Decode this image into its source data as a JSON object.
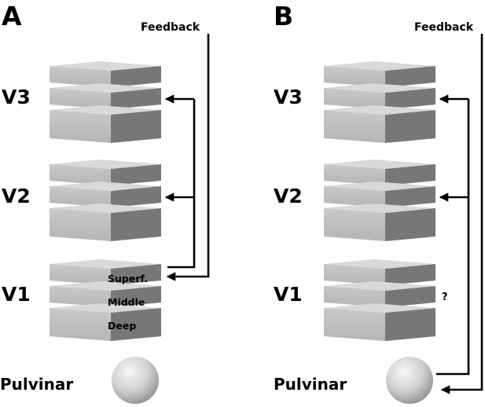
{
  "panels": [
    {
      "letter": "A",
      "areas": [
        "V3",
        "V2",
        "V1"
      ],
      "subcortical": "Pulvinar",
      "feedback_label": "Feedback",
      "layer_labels": [
        "Superf.",
        "Middle",
        "Deep"
      ],
      "note": ""
    },
    {
      "letter": "B",
      "areas": [
        "V3",
        "V2",
        "V1"
      ],
      "subcortical": "Pulvinar",
      "feedback_label": "Feedback",
      "layer_labels": [],
      "note": "?"
    }
  ],
  "colors": {
    "block_top": "#d9d9d9",
    "block_front": "#bfbfbf",
    "block_side": "#777777",
    "line": "#000000"
  }
}
